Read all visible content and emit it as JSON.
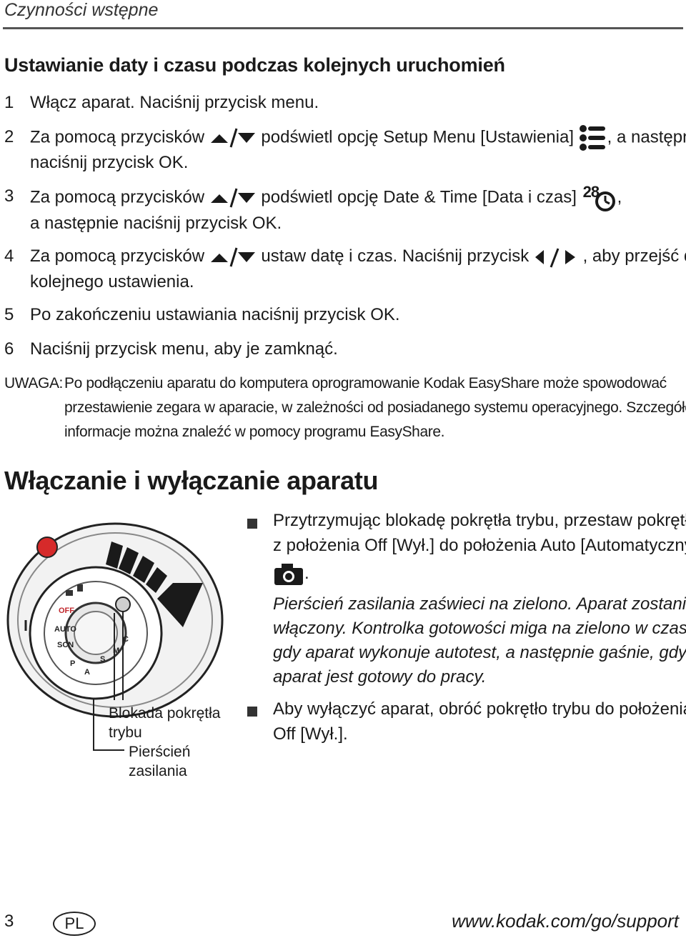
{
  "header": {
    "section": "Czynności wstępne"
  },
  "date_section": {
    "title": "Ustawianie daty i czasu podczas kolejnych uruchomień",
    "steps": [
      {
        "num": "1",
        "line1": "Włącz aparat. Naciśnij przycisk menu."
      },
      {
        "num": "2",
        "line1a": "Za pomocą przycisków",
        "line1b": "podświetl opcję Setup Menu [Ustawienia]",
        "line1c": ", a następnie",
        "line2": "naciśnij przycisk OK."
      },
      {
        "num": "3",
        "line1a": "Za pomocą przycisków",
        "line1b": "podświetl opcję Date & Time [Data i czas]",
        "line1c": ",",
        "line2": "a następnie naciśnij przycisk OK."
      },
      {
        "num": "4",
        "line1a": "Za pomocą przycisków",
        "line1b": "ustaw datę i czas. Naciśnij przycisk",
        "line1c": ", aby przejść do",
        "line2": "kolejnego ustawienia."
      },
      {
        "num": "5",
        "line1": "Po zakończeniu ustawiania naciśnij przycisk OK."
      },
      {
        "num": "6",
        "line1": "Naciśnij przycisk menu, aby je zamknąć."
      }
    ],
    "date_icon_text": "28",
    "note_label": "UWAGA:",
    "note_lines": [
      "Po podłączeniu aparatu do komputera oprogramowanie Kodak EasyShare może spowodować",
      "przestawienie zegara w aparacie, w zależności od posiadanego systemu operacyjnego. Szczegółowe",
      "informacje można znaleźć w pomocy programu EasyShare."
    ]
  },
  "power_section": {
    "title": "Włączanie i wyłączanie aparatu",
    "bullet1_lines": [
      "Przytrzymując blokadę pokrętła trybu, przestaw pokrętło",
      "z położenia Off [Wył.] do położenia Auto [Automatyczny]"
    ],
    "bullet1_after_icon": ".",
    "result_lines": [
      "Pierścień zasilania zaświeci na zielono. Aparat zostanie",
      "włączony. Kontrolka gotowości miga na zielono w czasie,",
      "gdy aparat wykonuje autotest, a następnie gaśnie, gdy",
      "aparat jest gotowy do pracy."
    ],
    "bullet2_lines": [
      "Aby wyłączyć aparat, obróć pokrętło trybu do położenia",
      "Off [Wył.]."
    ],
    "dial_labels": [
      "OFF",
      "AUTO",
      "SCN",
      "P",
      "A",
      "S",
      "M",
      "C"
    ],
    "callout_lock": [
      "Blokada pokrętła",
      "trybu"
    ],
    "callout_ring": [
      "Pierścień",
      "zasilania"
    ]
  },
  "footer": {
    "page": "3",
    "lang": "PL",
    "url": "www.kodak.com/go/support"
  }
}
